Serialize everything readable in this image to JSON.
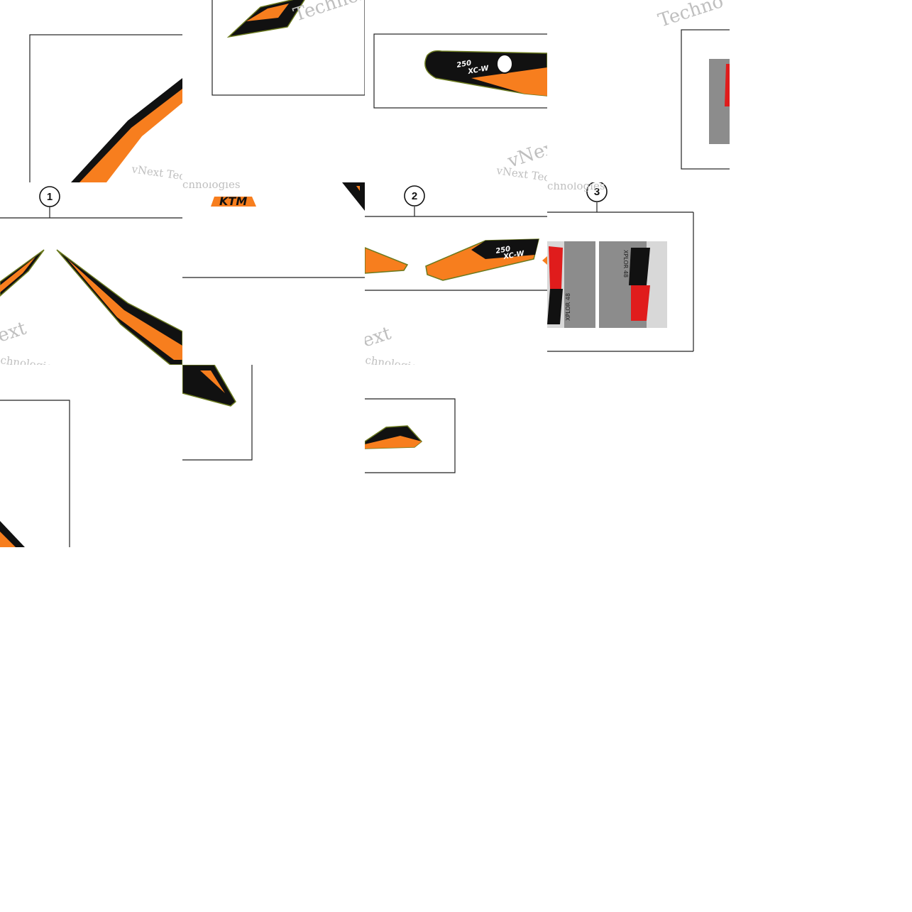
{
  "diagram": {
    "callouts": [
      {
        "number": "1"
      },
      {
        "number": "2"
      },
      {
        "number": "3"
      }
    ],
    "watermark": {
      "line1": "vNext",
      "line2": "Technologies",
      "line3": "vNext Tec",
      "line4": "chnologies",
      "line5": "ext",
      "line6": "Techno"
    },
    "decal_texts": {
      "brand_logo": "KTM",
      "model_line1": "250",
      "model_line2": "XC-W",
      "fork_label": "XPLOR 48"
    },
    "colors": {
      "decal_orange": "#f77e1e",
      "decal_black": "#111111",
      "decal_edge": "#6b7a1f",
      "fork_grey": "#8c8c8c",
      "wp_red": "#e01c1c",
      "watermark": "#bfbfbf"
    }
  }
}
